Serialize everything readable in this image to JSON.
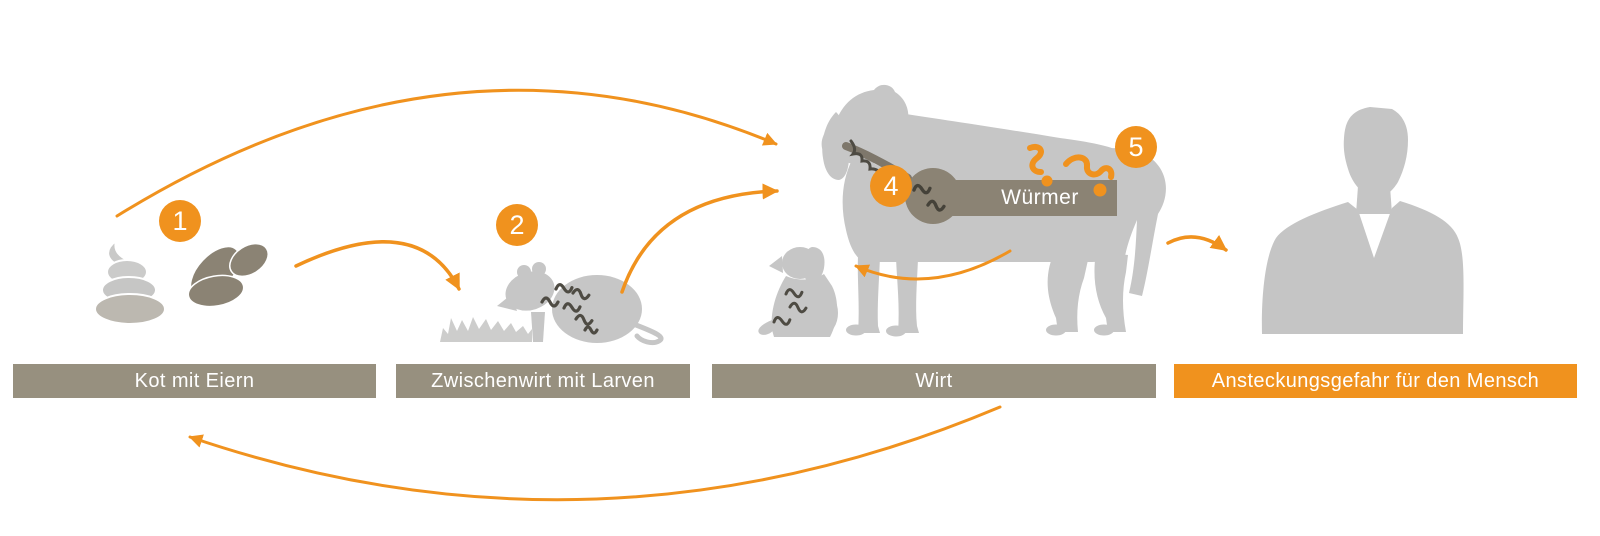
{
  "colors": {
    "accent_orange": "#F0921E",
    "bar_taupe": "#97907F",
    "band_taupe": "#8B8374",
    "silhouette_gray": "#C6C6C6",
    "worm_dark": "#4E4B43",
    "label_text": "#FFFFFF"
  },
  "badges": [
    {
      "value": "1"
    },
    {
      "value": "2"
    },
    {
      "value": "4"
    },
    {
      "value": "5"
    }
  ],
  "bars": [
    {
      "label": "Kot mit Eiern",
      "variant": "taupe"
    },
    {
      "label": "Zwischenwirt mit Larven",
      "variant": "taupe"
    },
    {
      "label": "Wirt",
      "variant": "taupe"
    },
    {
      "label": "Ansteckungsgefahr für den Mensch",
      "variant": "orange"
    }
  ],
  "annotations": {
    "worm_band_label": "Würmer"
  },
  "icons": {
    "step1": [
      "feces-icon",
      "worm-eggs-icon"
    ],
    "step2": [
      "mouse-icon",
      "grass-icon",
      "larvae-squiggle-icon"
    ],
    "host": [
      "dog-icon",
      "puppy-icon",
      "esophagus-icon",
      "stomach-with-worms-icon",
      "orange-worms-icon"
    ],
    "human": [
      "person-icon"
    ],
    "connectors": [
      "curved-arrow-icon"
    ]
  }
}
